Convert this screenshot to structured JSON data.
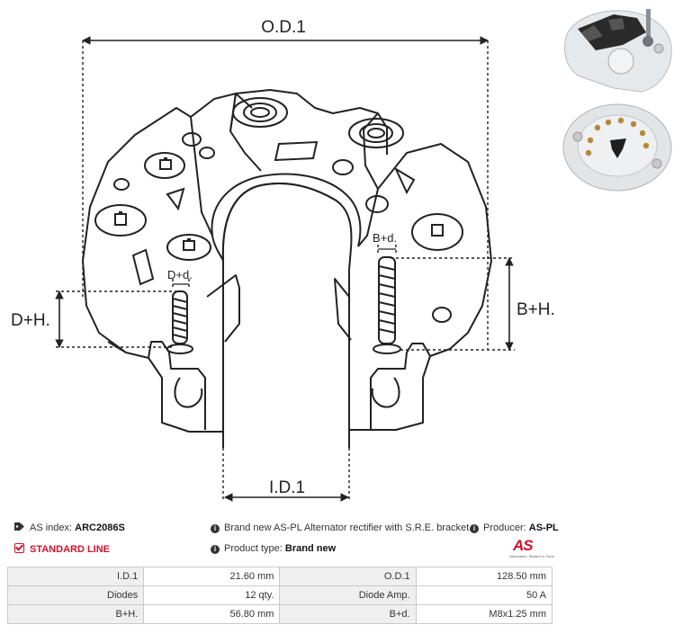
{
  "dimensions": {
    "od1": "O.D.1",
    "id1": "I.D.1",
    "dh": "D+H.",
    "dd": "D+d.",
    "bh": "B+H.",
    "bd": "B+d."
  },
  "info": {
    "as_index_label": "AS index:",
    "as_index_value": "ARC2086S",
    "description": "Brand new AS-PL Alternator rectifier with S.R.E. bracket",
    "producer_label": "Producer:",
    "producer_value": "AS-PL",
    "standard_line": "STANDARD LINE",
    "product_type_label": "Product type:",
    "product_type_value": "Brand new"
  },
  "logo": {
    "mark": "AS",
    "tagline": "Alternators, Starters & Parts"
  },
  "specs": [
    [
      "I.D.1",
      "21.60 mm",
      "O.D.1",
      "128.50 mm"
    ],
    [
      "Diodes",
      "12 qty.",
      "Diode Amp.",
      "50 A"
    ],
    [
      "B+H.",
      "56.80 mm",
      "B+d.",
      "M8x1.25 mm"
    ]
  ],
  "colors": {
    "brand_red": "#d3122a",
    "line": "#222222",
    "table_label_bg": "#efefef",
    "table_border": "#c9c9c9"
  },
  "icons": [
    "tag-icon",
    "info-icon",
    "check-square-icon"
  ]
}
